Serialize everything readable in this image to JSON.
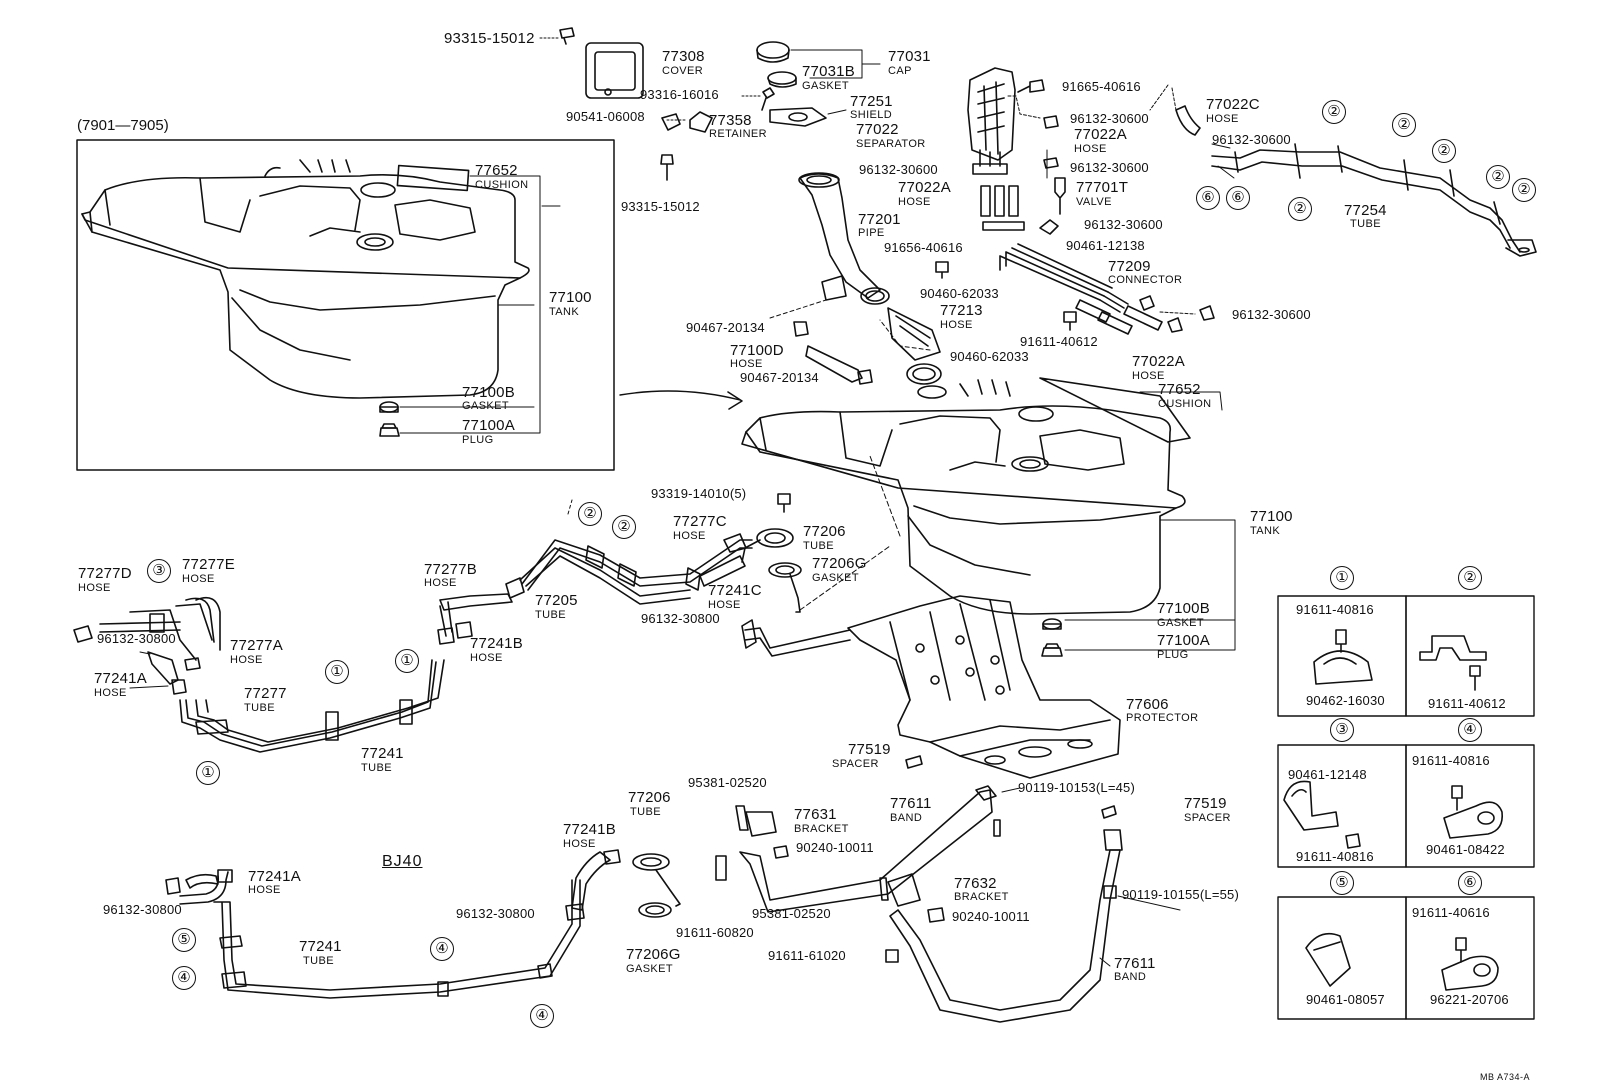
{
  "inset_title": "(7901—7905)",
  "model_label": "BJ40",
  "drawing_ref": "MB A734-A",
  "callouts": [
    {
      "num": "1",
      "text": "①"
    },
    {
      "num": "2",
      "text": "②"
    },
    {
      "num": "3",
      "text": "③"
    },
    {
      "num": "4",
      "text": "④"
    },
    {
      "num": "5",
      "text": "⑤"
    },
    {
      "num": "6",
      "text": "⑥"
    }
  ],
  "parts": {
    "p93315_15012_a": "93315-15012",
    "p77308": {
      "pn": "77308",
      "name": "COVER"
    },
    "p77031B": {
      "pn": "77031B",
      "name": "GASKET"
    },
    "p77031": {
      "pn": "77031",
      "name": "CAP"
    },
    "p93316_16016": "93316-16016",
    "p77251": {
      "pn": "77251",
      "name": "SHIELD"
    },
    "p90541_06008": "90541-06008",
    "p77358": {
      "pn": "77358",
      "name": "RETAINER"
    },
    "p77022": {
      "pn": "77022",
      "name": "SEPARATOR"
    },
    "p93315_15012_b": "93315-15012",
    "p91665_40616": "91665-40616",
    "p96132_30600_a": "96132-30600",
    "p77022C": {
      "pn": "77022C",
      "name": "HOSE"
    },
    "p96132_30600_b": "96132-30600",
    "p77022A_a": {
      "pn": "77022A",
      "name": "HOSE"
    },
    "p96132_30600_c": "96132-30600",
    "p96132_30600_d": "96132-30600",
    "p77022A_b": {
      "pn": "77022A",
      "name": "HOSE"
    },
    "p77701T": {
      "pn": "77701T",
      "name": "VALVE"
    },
    "p96132_30600_e": "96132-30600",
    "p77254": {
      "pn": "77254",
      "name": "TUBE"
    },
    "p77201": {
      "pn": "77201",
      "name": "PIPE"
    },
    "p91656_40616": "91656-40616",
    "p90461_12138": "90461-12138",
    "p77209": {
      "pn": "77209",
      "name": "CONNECTOR"
    },
    "p90460_62033_a": "90460-62033",
    "p77213": {
      "pn": "77213",
      "name": "HOSE"
    },
    "p90467_20134_a": "90467-20134",
    "p96132_30600_f": "96132-30600",
    "p91611_40612": "91611-40612",
    "p77100D": {
      "pn": "77100D",
      "name": "HOSE"
    },
    "p90460_62033_b": "90460-62033",
    "p90467_20134_b": "90467-20134",
    "p77022A_c": {
      "pn": "77022A",
      "name": "HOSE"
    },
    "p77652_a": {
      "pn": "77652",
      "name": "CUSHION"
    },
    "p77100_a": {
      "pn": "77100",
      "name": "TANK"
    },
    "p77100B_a": {
      "pn": "77100B",
      "name": "GASKET"
    },
    "p77100A_a": {
      "pn": "77100A",
      "name": "PLUG"
    },
    "p77652_b": {
      "pn": "77652",
      "name": "CUSHION"
    },
    "p93319_14010": "93319-14010(5)",
    "p77100_b": {
      "pn": "77100",
      "name": "TANK"
    },
    "p77277C": {
      "pn": "77277C",
      "name": "HOSE"
    },
    "p77206_a": {
      "pn": "77206",
      "name": "TUBE"
    },
    "p77206G_a": {
      "pn": "77206G",
      "name": "GASKET"
    },
    "p77277D": {
      "pn": "77277D",
      "name": "HOSE"
    },
    "p77277E": {
      "pn": "77277E",
      "name": "HOSE"
    },
    "p77277B": {
      "pn": "77277B",
      "name": "HOSE"
    },
    "p77205": {
      "pn": "77205",
      "name": "TUBE"
    },
    "p77241C": {
      "pn": "77241C",
      "name": "HOSE"
    },
    "p96132_30800_a": "96132-30800",
    "p77241B_a": {
      "pn": "77241B",
      "name": "HOSE"
    },
    "p96132_30800_b": "96132-30800",
    "p77277A": {
      "pn": "77277A",
      "name": "HOSE"
    },
    "p77241A_a": {
      "pn": "77241A",
      "name": "HOSE"
    },
    "p77277": {
      "pn": "77277",
      "name": "TUBE"
    },
    "p77241_a": {
      "pn": "77241",
      "name": "TUBE"
    },
    "p77100B_b": {
      "pn": "77100B",
      "name": "GASKET"
    },
    "p77100A_b": {
      "pn": "77100A",
      "name": "PLUG"
    },
    "p77606": {
      "pn": "77606",
      "name": "PROTECTOR"
    },
    "p77519_a": {
      "pn": "77519",
      "name": "SPACER"
    },
    "p90119_10153": "90119-10153(L=45)",
    "p95381_02520_a": "95381-02520",
    "p77631": {
      "pn": "77631",
      "name": "BRACKET"
    },
    "p77611_a": {
      "pn": "77611",
      "name": "BAND"
    },
    "p77519_b": {
      "pn": "77519",
      "name": "SPACER"
    },
    "p90240_10011_a": "90240-10011",
    "p77206_b": {
      "pn": "77206",
      "name": "TUBE"
    },
    "p77241B_b": {
      "pn": "77241B",
      "name": "HOSE"
    },
    "p77632": {
      "pn": "77632",
      "name": "BRACKET"
    },
    "p95381_02520_b": "95381-02520",
    "p90240_10011_b": "90240-10011",
    "p90119_10155": "90119-10155(L=55)",
    "p77241A_b": {
      "pn": "77241A",
      "name": "HOSE"
    },
    "p96132_30800_c": "96132-30800",
    "p96132_30800_d": "96132-30800",
    "p91611_60820": "91611-60820",
    "p77206G_b": {
      "pn": "77206G",
      "name": "GASKET"
    },
    "p91611_61020": "91611-61020",
    "p77611_b": {
      "pn": "77611",
      "name": "BAND"
    },
    "p77241_b": {
      "pn": "77241",
      "name": "TUBE"
    }
  },
  "detail_boxes": [
    {
      "num": "①",
      "labels": [
        "91611-40816",
        "90462-16030"
      ]
    },
    {
      "num": "②",
      "labels": [
        "91611-40612"
      ]
    },
    {
      "num": "③",
      "labels": [
        "90461-12148",
        "91611-40816"
      ]
    },
    {
      "num": "④",
      "labels": [
        "91611-40816",
        "90461-08422"
      ]
    },
    {
      "num": "⑤",
      "labels": [
        "90461-08057"
      ]
    },
    {
      "num": "⑥",
      "labels": [
        "91611-40616",
        "96221-20706"
      ]
    }
  ]
}
